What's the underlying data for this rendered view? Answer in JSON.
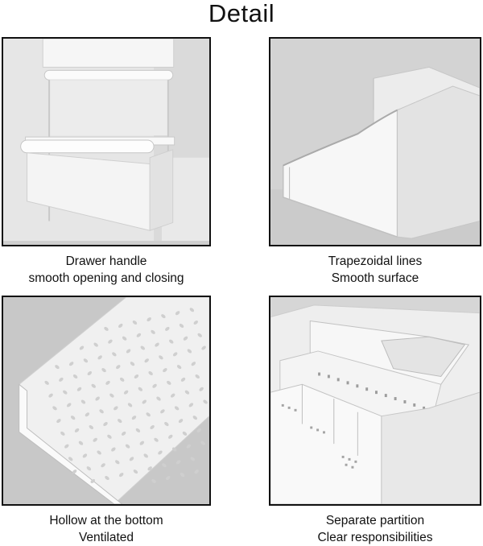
{
  "title": "Detail",
  "panels": [
    {
      "line1": "Drawer handle",
      "line2": "smooth opening and closing"
    },
    {
      "line1": "Trapezoidal lines",
      "line2": "Smooth surface"
    },
    {
      "line1": "Hollow at the bottom",
      "line2": "Ventilated"
    },
    {
      "line1": "Separate partition",
      "line2": "Clear responsibilities"
    }
  ]
}
